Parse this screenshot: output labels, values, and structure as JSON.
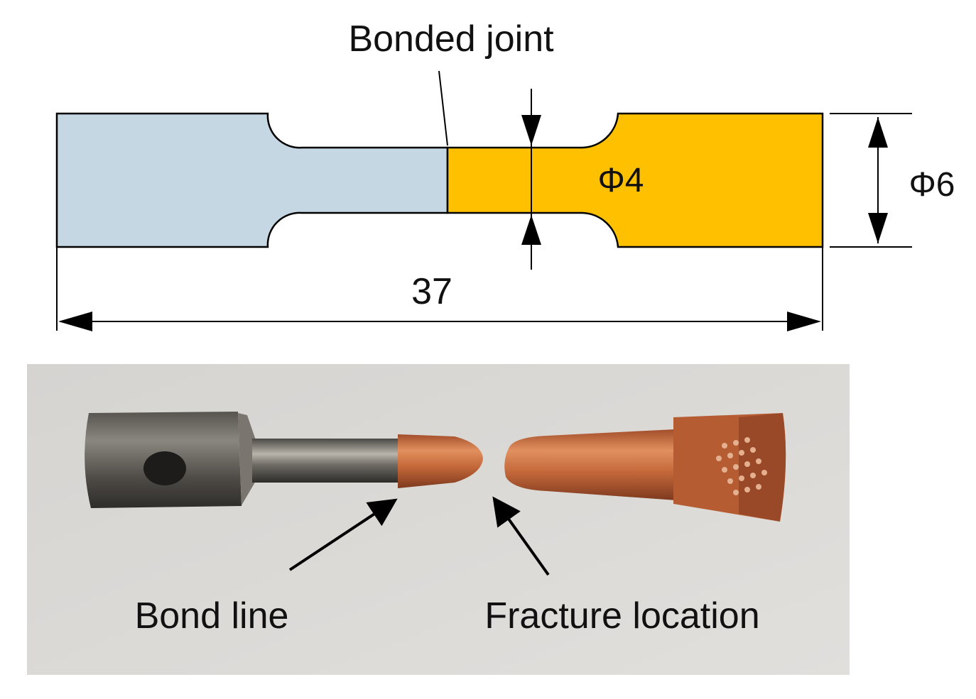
{
  "drawing": {
    "label_bonded_joint": "Bonded joint",
    "dim_length": "37",
    "dim_neck_diameter": "Φ4",
    "dim_end_diameter": "Φ6",
    "colors": {
      "left_part": "#c6d7e4",
      "right_part": "#ffc000",
      "outline": "#000000"
    }
  },
  "photo": {
    "label_bond_line": "Bond line",
    "label_fracture_location": "Fracture location",
    "colors": {
      "background": "#d9d7d4",
      "steel_part": "#5a5853",
      "copper_part": "#c76a3c"
    }
  }
}
